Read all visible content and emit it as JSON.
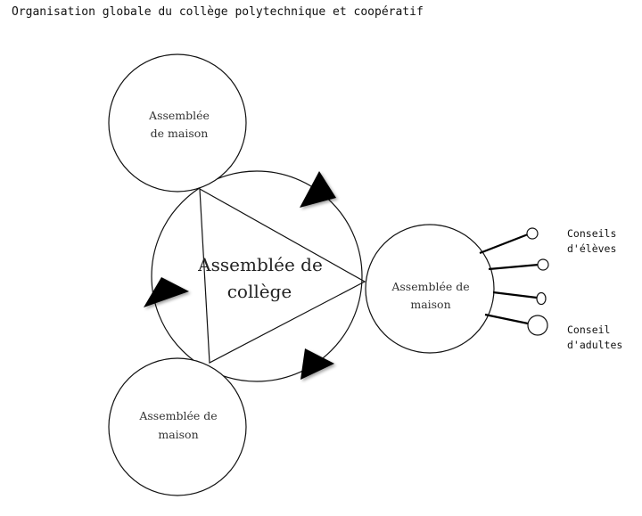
{
  "title": "Organisation globale du collège polytechnique et coopératif",
  "diagram": {
    "college": {
      "line1": "Assemblée de",
      "line2": "collège"
    },
    "house_top": {
      "line1": "Assemblée",
      "line2": "de maison"
    },
    "house_right": {
      "line1": "Assemblée de",
      "line2": "maison"
    },
    "house_bottom": {
      "line1": "Assemblée de",
      "line2": "maison"
    },
    "conseils_eleves": {
      "line1": "Conseils",
      "line2": "d'élèves"
    },
    "conseil_adultes": {
      "line1": "Conseil",
      "line2": "d'adultes"
    }
  }
}
